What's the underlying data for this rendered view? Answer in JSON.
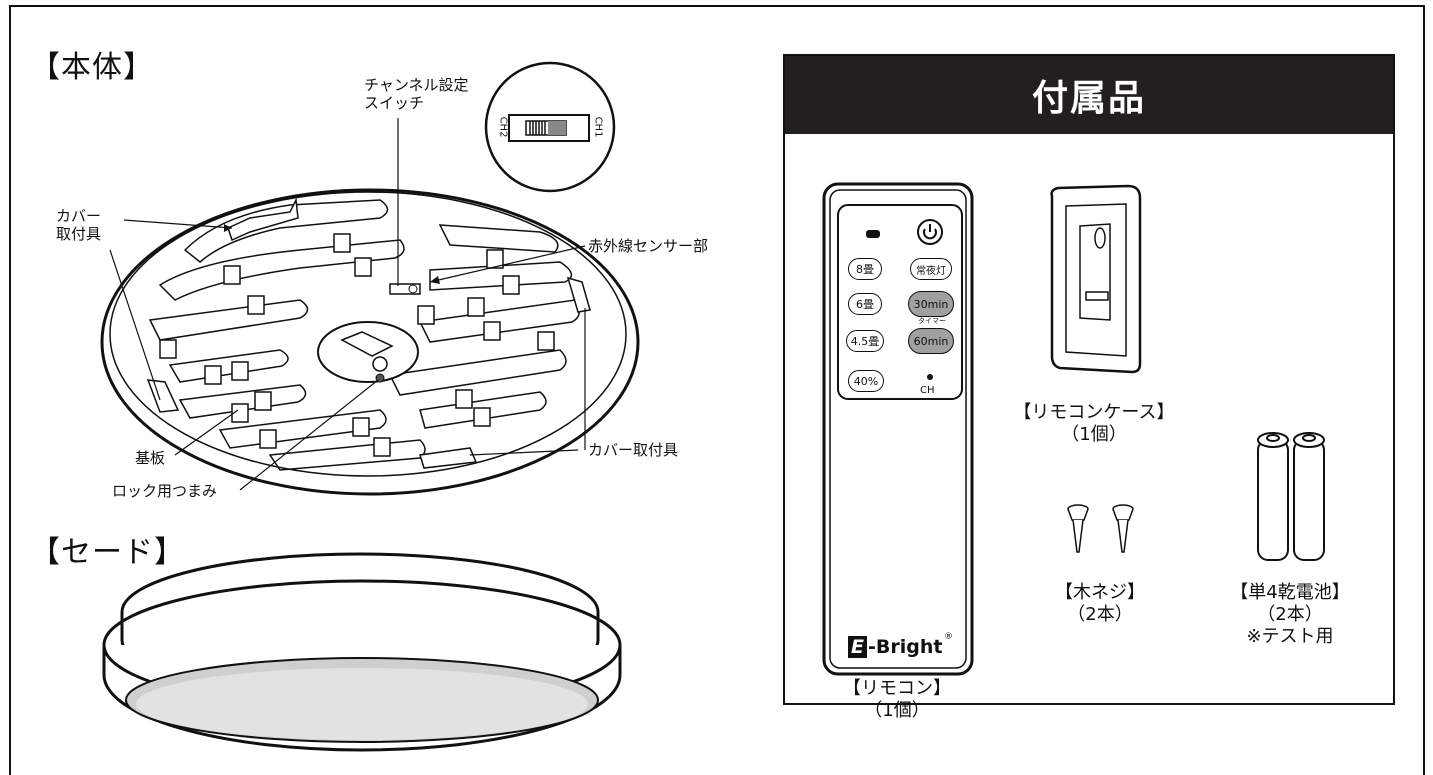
{
  "sections": {
    "main_unit": "【本体】",
    "shade": "【セード】"
  },
  "main_unit_labels": {
    "channel_switch": "チャンネル設定\nスイッチ",
    "switch_ch2": "CH2",
    "switch_ch1": "CH1",
    "cover_mount_left": "カバー\n取付具",
    "ir_sensor": "赤外線センサー部",
    "cover_mount_right": "カバー取付具",
    "board": "基板",
    "lock_knob": "ロック用つまみ"
  },
  "accessories": {
    "title": "付属品",
    "remote": {
      "label": "【リモコン】",
      "count": "（1個）",
      "brand": "-Bright",
      "brand_mark": "E",
      "registered": "®",
      "buttons": [
        "8畳",
        "常夜灯",
        "6畳",
        "30min",
        "4.5畳",
        "60min",
        "40%"
      ],
      "timer_caption": "タイマー",
      "ch_label": "CH"
    },
    "remote_case": {
      "label": "【リモコンケース】",
      "count": "（1個）"
    },
    "wood_screws": {
      "label": "【木ネジ】",
      "count": "（2本）"
    },
    "batteries": {
      "label": "【単4乾電池】",
      "count": "（2本）",
      "note": "※テスト用"
    }
  },
  "colors": {
    "title_bar": "#231f20",
    "button_gray": "#a0a0a0"
  }
}
